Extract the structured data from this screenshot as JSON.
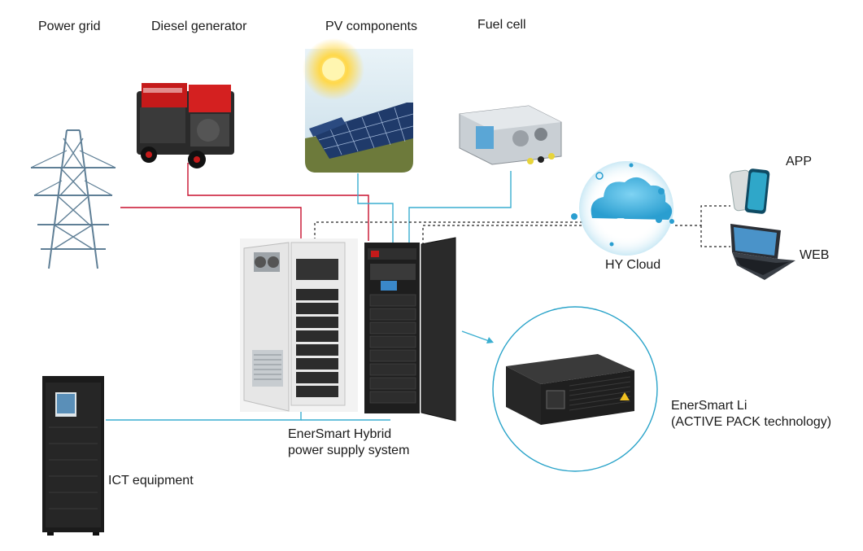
{
  "labels": {
    "power_grid": "Power grid",
    "diesel_generator": "Diesel generator",
    "pv_components": "PV components",
    "fuel_cell": "Fuel cell",
    "app": "APP",
    "web": "WEB",
    "hy_cloud": "HY Cloud",
    "hybrid_line1": "EnerSmart Hybrid",
    "hybrid_line2": "power supply system",
    "li_line1": "EnerSmart Li",
    "li_line2": "(ACTIVE PACK technology)",
    "ict_equipment": "ICT equipment"
  },
  "colors": {
    "ac_line": "#c8102e",
    "dc_line": "#3aaed0",
    "comm_line": "#222222",
    "accent": "#29a3c9"
  }
}
